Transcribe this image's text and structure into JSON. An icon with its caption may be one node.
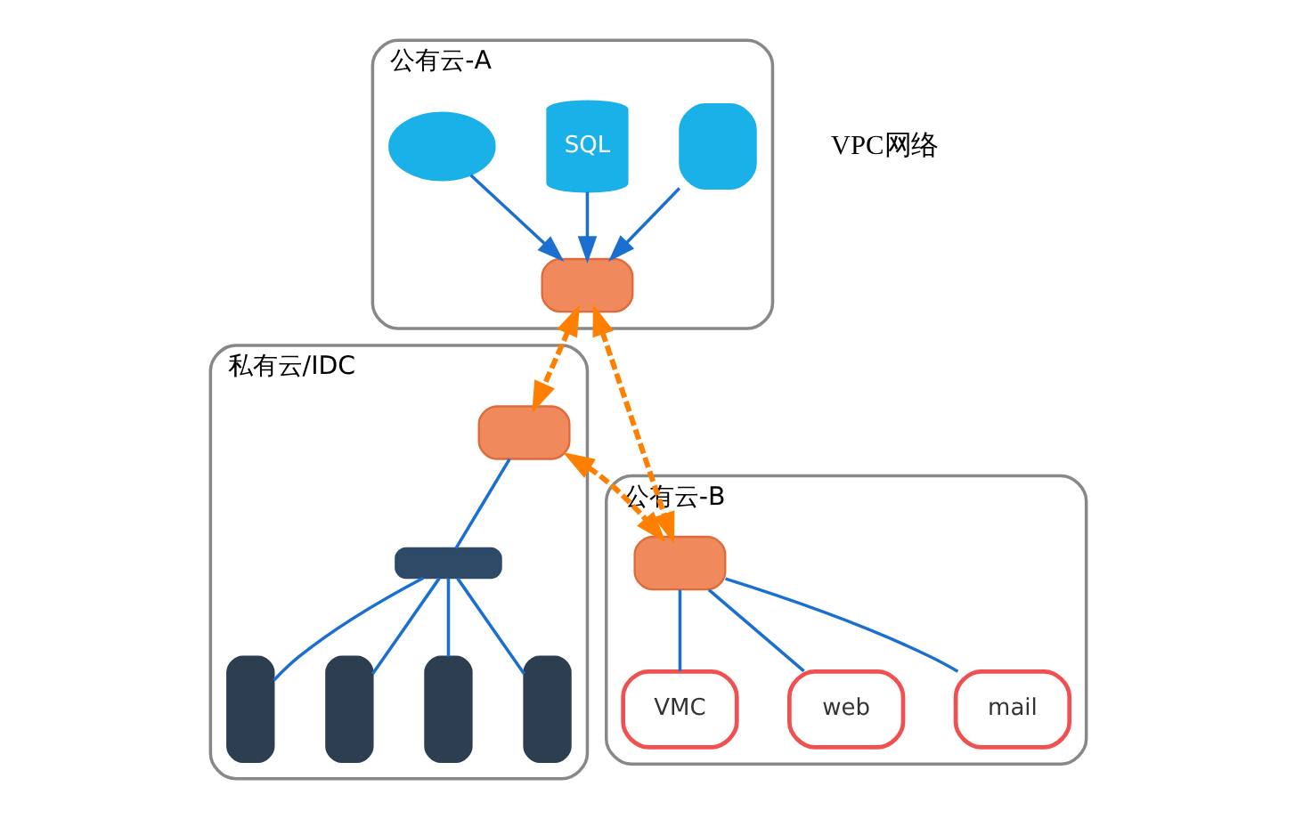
{
  "diagram": {
    "nodes": [
      {
        "text": [
          "公有云-A"
        ]
      },
      {
        "text": [],
        "shape": "box",
        "in": 0
      },
      {
        "text": [
          "SQL"
        ],
        "in": 0
      },
      {
        "text": [],
        "shape": "cloud",
        "in": 0
      },
      {
        "text": [],
        "shape": "box",
        "in": 0
      },
      {
        "text": [
          "私有云/IDC"
        ]
      },
      {
        "text": [],
        "shape": "box",
        "in": 5
      },
      {
        "text": [],
        "shape": "box",
        "in": 5
      },
      {
        "text": [],
        "shape": "box",
        "in": 5
      },
      {
        "text": [],
        "shape": "box",
        "in": 5
      },
      {
        "text": [],
        "shape": "box",
        "in": 5
      },
      {
        "text": [],
        "shape": "box",
        "in": 5
      },
      {
        "text": [
          "公有云-B"
        ]
      },
      {
        "text": [],
        "shape": "box",
        "in": 12
      },
      {
        "text": [
          "VMC"
        ],
        "in": 12
      },
      {
        "text": [
          "web"
        ],
        "in": 12
      },
      {
        "text": [
          "mail"
        ],
        "in": 12
      }
    ],
    "edges": [
      {
        "from": 1,
        "to": 4,
        "arrow": "to"
      },
      {
        "from": 2,
        "to": 4,
        "arrow": "to"
      },
      {
        "from": 3,
        "to": 4,
        "arrow": "to"
      },
      {
        "from": 4,
        "to": 6,
        "arrow": "both",
        "style": "dashed",
        "color": "#ff8000"
      },
      {
        "from": 4,
        "to": 13,
        "arrow": "both",
        "style": "dashed",
        "color": "#ff8000"
      },
      {
        "from": 6,
        "to": 13,
        "arrow": "both",
        "style": "dashed",
        "color": "#ff8000"
      },
      {
        "from": 6,
        "to": 7,
        "arrow": "none"
      },
      {
        "from": 7,
        "to": 8,
        "arrow": "none"
      },
      {
        "from": 7,
        "to": 9,
        "arrow": "none"
      },
      {
        "from": 7,
        "to": 10,
        "arrow": "none"
      },
      {
        "from": 7,
        "to": 11,
        "arrow": "none"
      },
      {
        "from": 13,
        "to": 14,
        "arrow": "none"
      },
      {
        "from": 13,
        "to": 15,
        "arrow": "none"
      },
      {
        "from": 13,
        "to": 16,
        "arrow": "none"
      }
    ],
    "labels": [
      "VPC网络"
    ]
  }
}
